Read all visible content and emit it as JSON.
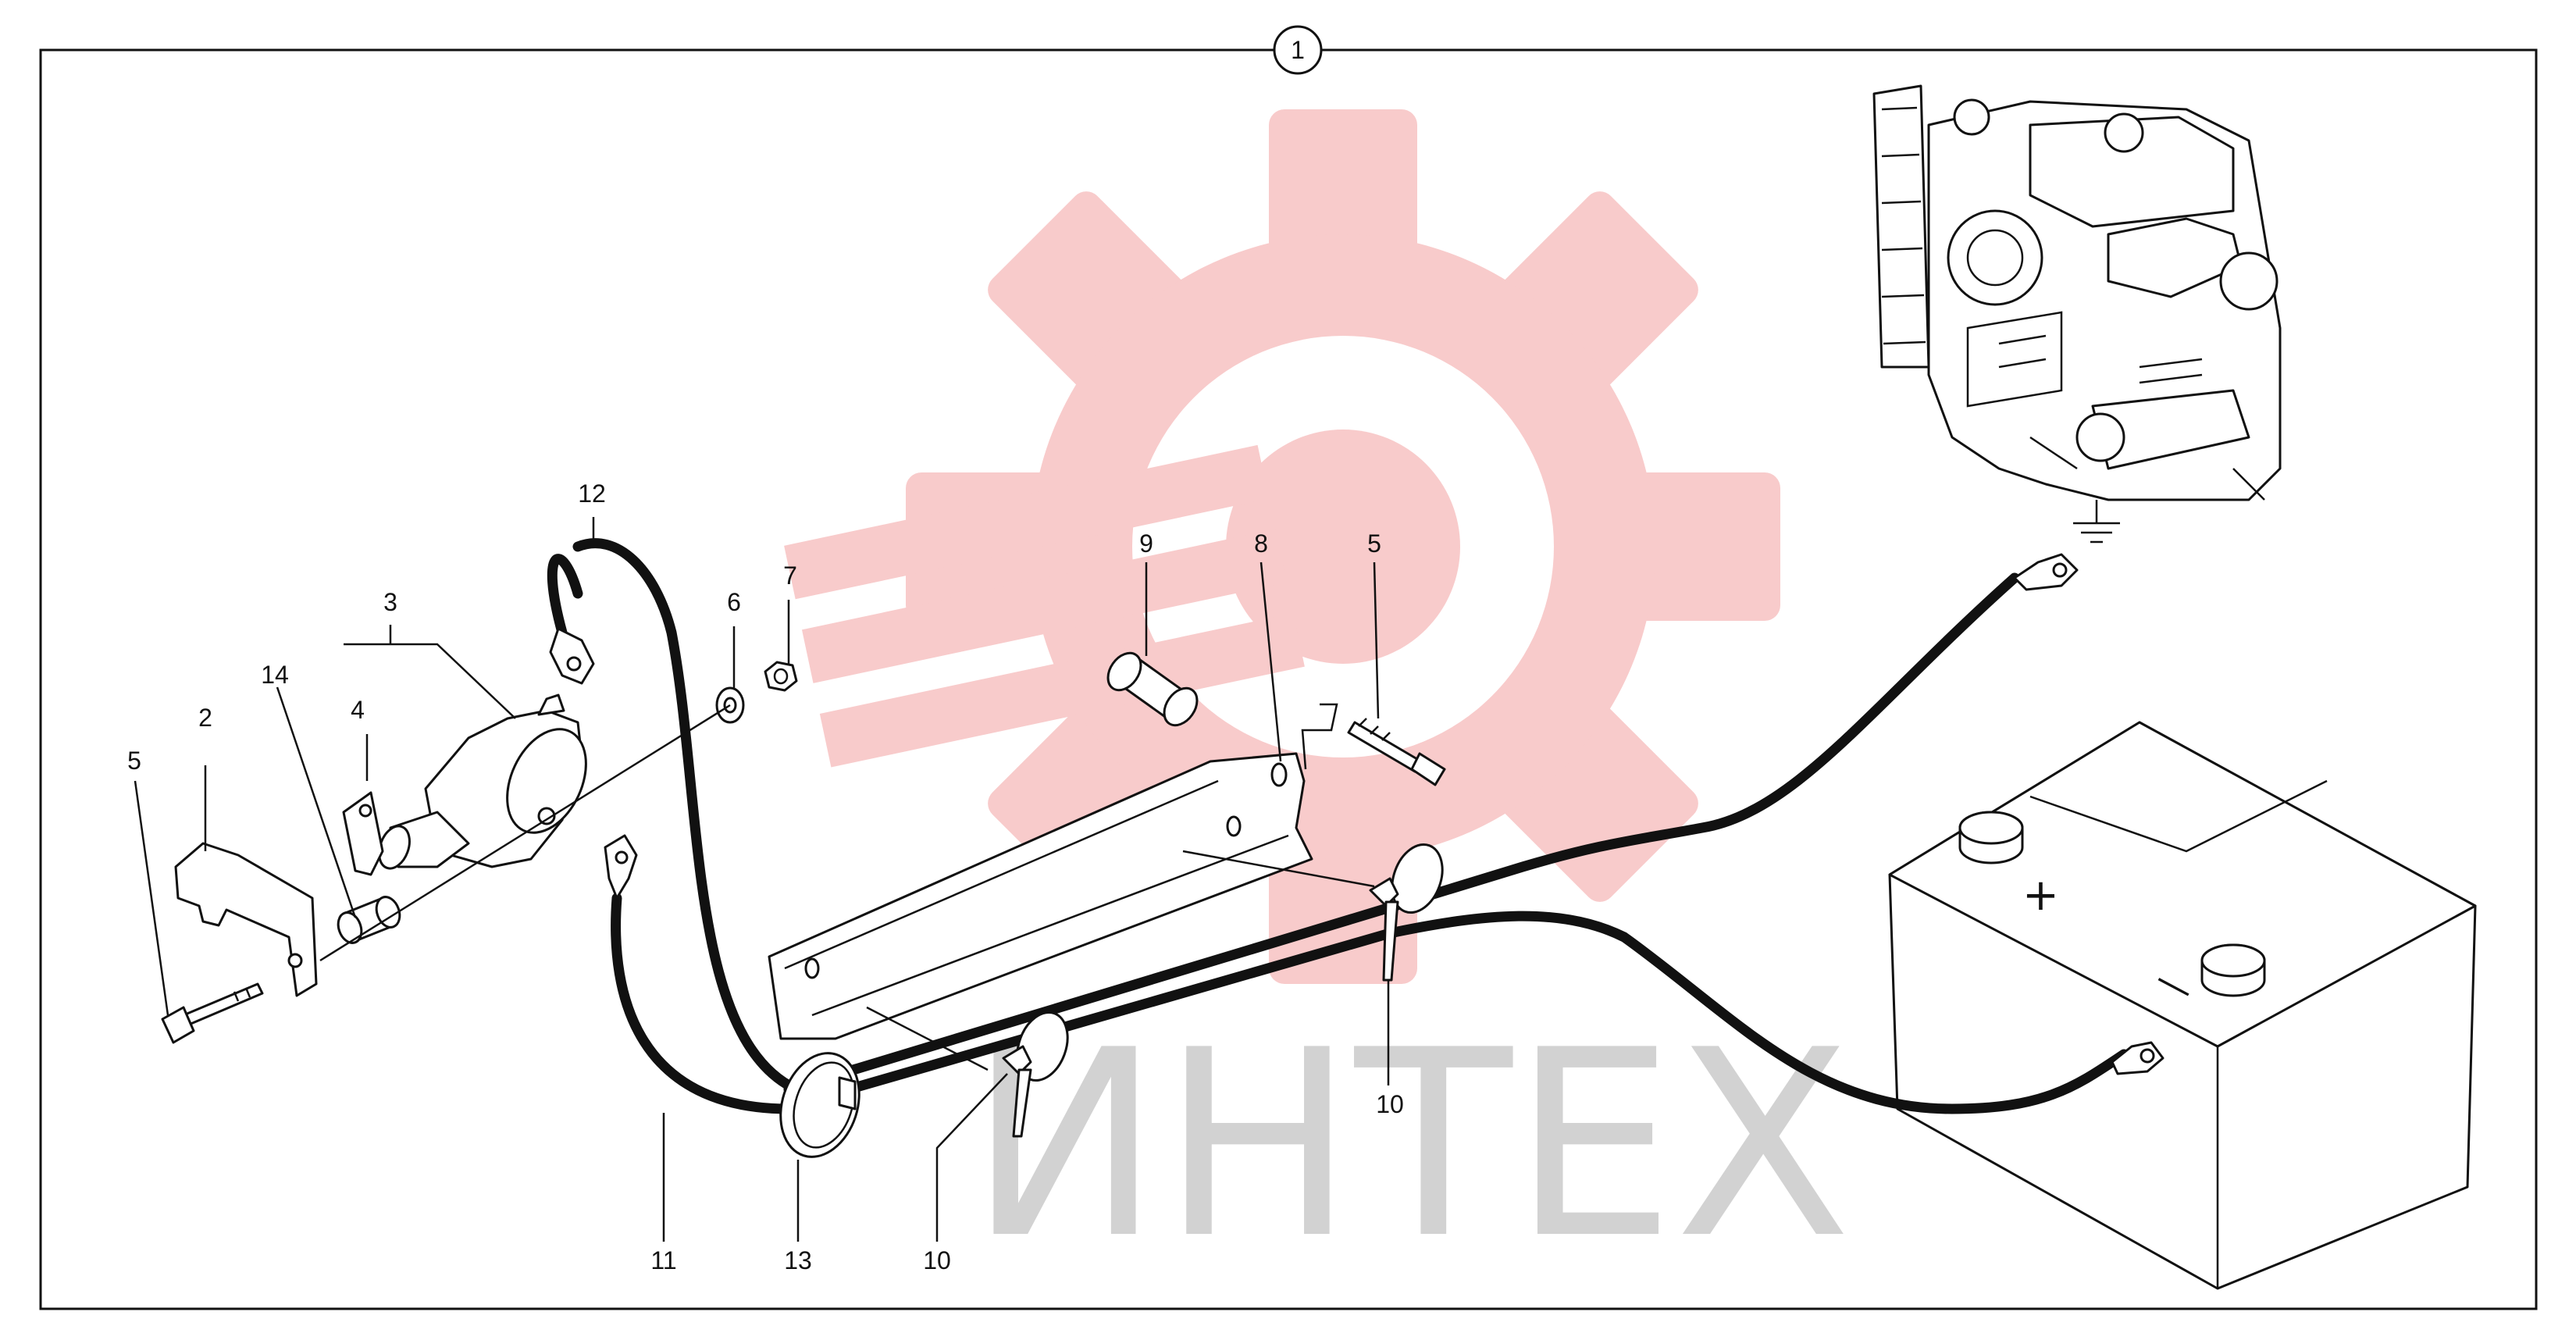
{
  "diagram": {
    "sheet_ref": "1",
    "watermark_text": "ИНТЕХ",
    "callouts": [
      {
        "id": "c12",
        "text": "12"
      },
      {
        "id": "c3",
        "text": "3"
      },
      {
        "id": "c14",
        "text": "14"
      },
      {
        "id": "c4",
        "text": "4"
      },
      {
        "id": "c2",
        "text": "2"
      },
      {
        "id": "c5a",
        "text": "5"
      },
      {
        "id": "c6",
        "text": "6"
      },
      {
        "id": "c7",
        "text": "7"
      },
      {
        "id": "c9",
        "text": "9"
      },
      {
        "id": "c8",
        "text": "8"
      },
      {
        "id": "c5b",
        "text": "5"
      },
      {
        "id": "c10a",
        "text": "10"
      },
      {
        "id": "c11",
        "text": "11"
      },
      {
        "id": "c13",
        "text": "13"
      },
      {
        "id": "c10b",
        "text": "10"
      }
    ],
    "battery": {
      "plus": "+",
      "minus": "—"
    },
    "colors": {
      "line": "#111111",
      "watermark_gear": "#f7c9c9",
      "watermark_text": "#d2d2d2"
    }
  }
}
